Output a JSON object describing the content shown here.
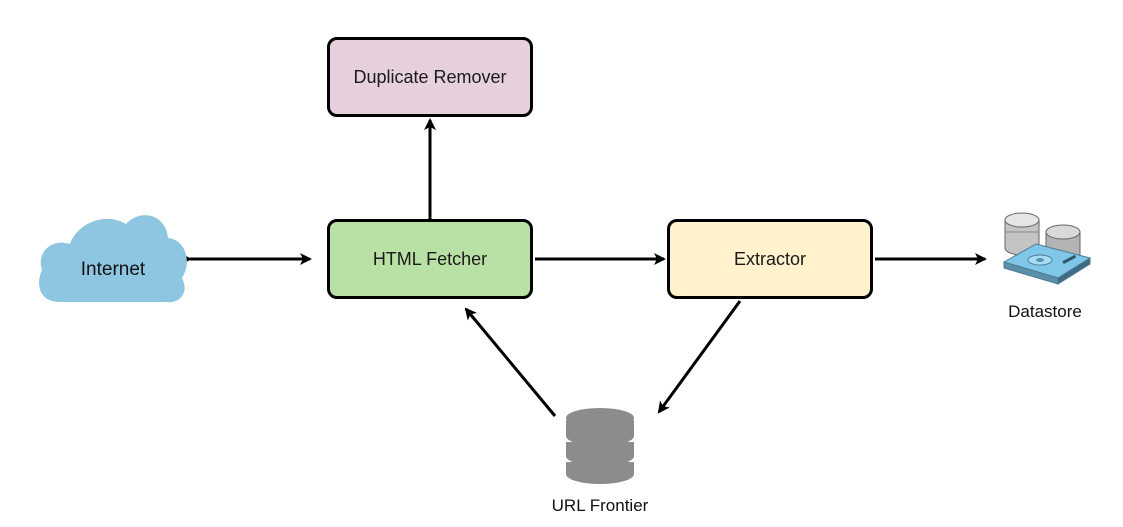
{
  "diagram": {
    "nodes": {
      "duplicate_remover": {
        "label": "Duplicate Remover",
        "fill": "#e6d0de"
      },
      "html_fetcher": {
        "label": "HTML Fetcher",
        "fill": "#b9e0a5"
      },
      "extractor": {
        "label": "Extractor",
        "fill": "#fff2cc"
      },
      "internet": {
        "label": "Internet",
        "icon": "cloud-icon",
        "fill": "#8ec5e0"
      },
      "datastore": {
        "label": "Datastore",
        "icon": "database-server-icon"
      },
      "url_frontier": {
        "label": "URL Frontier",
        "icon": "database-icon"
      }
    },
    "edges": [
      {
        "from": "Internet",
        "to": "HTML Fetcher",
        "bidirectional": true
      },
      {
        "from": "HTML Fetcher",
        "to": "Duplicate Remover",
        "bidirectional": true
      },
      {
        "from": "HTML Fetcher",
        "to": "Extractor",
        "bidirectional": false
      },
      {
        "from": "Extractor",
        "to": "Datastore",
        "bidirectional": false
      },
      {
        "from": "Extractor",
        "to": "URL Frontier",
        "bidirectional": false
      },
      {
        "from": "URL Frontier",
        "to": "HTML Fetcher",
        "bidirectional": false
      }
    ],
    "colors": {
      "stroke": "#000000",
      "db_gray": "#8c8c8c"
    }
  }
}
